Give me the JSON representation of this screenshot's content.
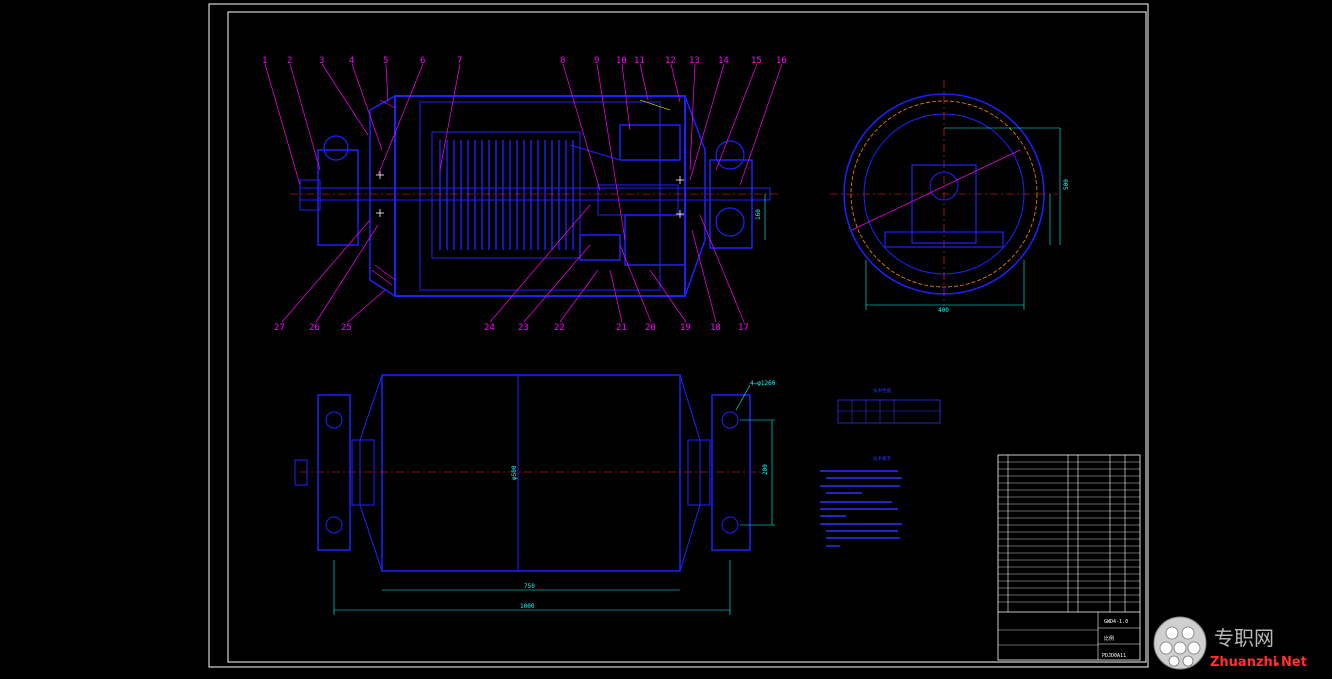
{
  "drawing": {
    "part_labels": [
      "1",
      "2",
      "3",
      "4",
      "5",
      "6",
      "7",
      "8",
      "9",
      "10",
      "11",
      "12",
      "13",
      "14",
      "15",
      "16",
      "17",
      "18",
      "19",
      "20",
      "21",
      "22",
      "23",
      "24",
      "25",
      "26",
      "27"
    ],
    "dimensions": {
      "shaft_height": "160",
      "end_height": "500",
      "end_width": "400",
      "bolt_note": "4—φ1260",
      "bolt_spacing": "200",
      "drum_diameter": "φ500",
      "drum_length": "750",
      "overall_length": "1000"
    },
    "tech_table_title": "技术性能",
    "tech_req_title": "技术要求",
    "title_block": {
      "drawing_no": "GWD4-1.0",
      "sheet_no": "PDJD0A11",
      "scale_label": "比例"
    }
  },
  "watermark": {
    "cn": "专职网",
    "en": "Zhuanzhi",
    "tld": "Net"
  },
  "colors": {
    "background": "#000000",
    "frame": "#ffffff",
    "part": "#2020ff",
    "leader": "#ff00ff",
    "dimension": "#00ffff",
    "centerline": "#ff2020",
    "accent": "#ffff00"
  }
}
